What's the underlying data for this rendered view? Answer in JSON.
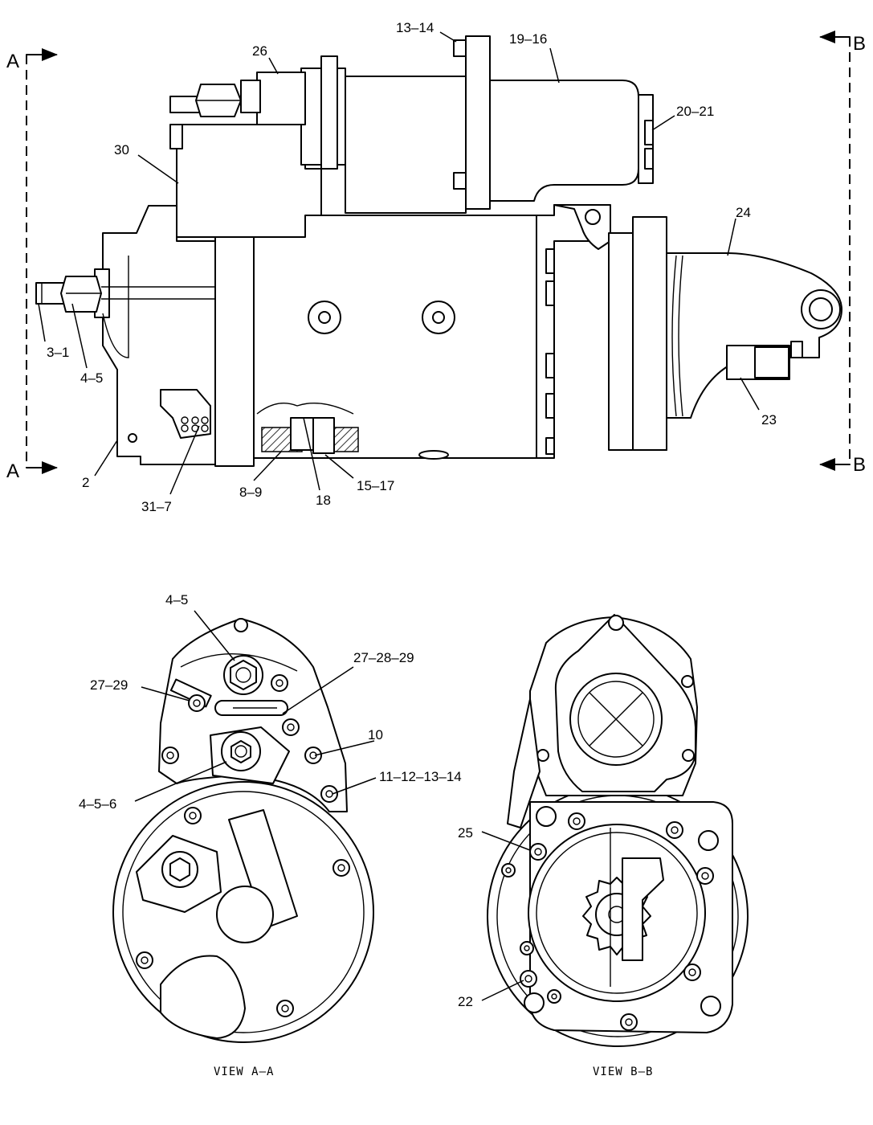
{
  "callouts": {
    "c3_1": "3–1",
    "c4_5_top": "4–5",
    "c2": "2",
    "c31_7": "31–7",
    "c8_9": "8–9",
    "c18": "18",
    "c15_17": "15–17",
    "c30": "30",
    "c26": "26",
    "c13_14": "13–14",
    "c19_16": "19–16",
    "c20_21": "20–21",
    "c24": "24",
    "c23": "23",
    "c4_5_view": "4–5",
    "c27_29": "27–29",
    "c27_28_29": "27–28–29",
    "c10": "10",
    "c11_12_13_14": "11–12–13–14",
    "c4_5_6": "4–5–6",
    "c25": "25",
    "c22": "22"
  },
  "section_markers": {
    "a_top": "A",
    "a_bottom": "A",
    "b_top": "B",
    "b_bottom": "B"
  },
  "captions": {
    "view_a": "VIEW A–A",
    "view_b": "VIEW B–B"
  }
}
